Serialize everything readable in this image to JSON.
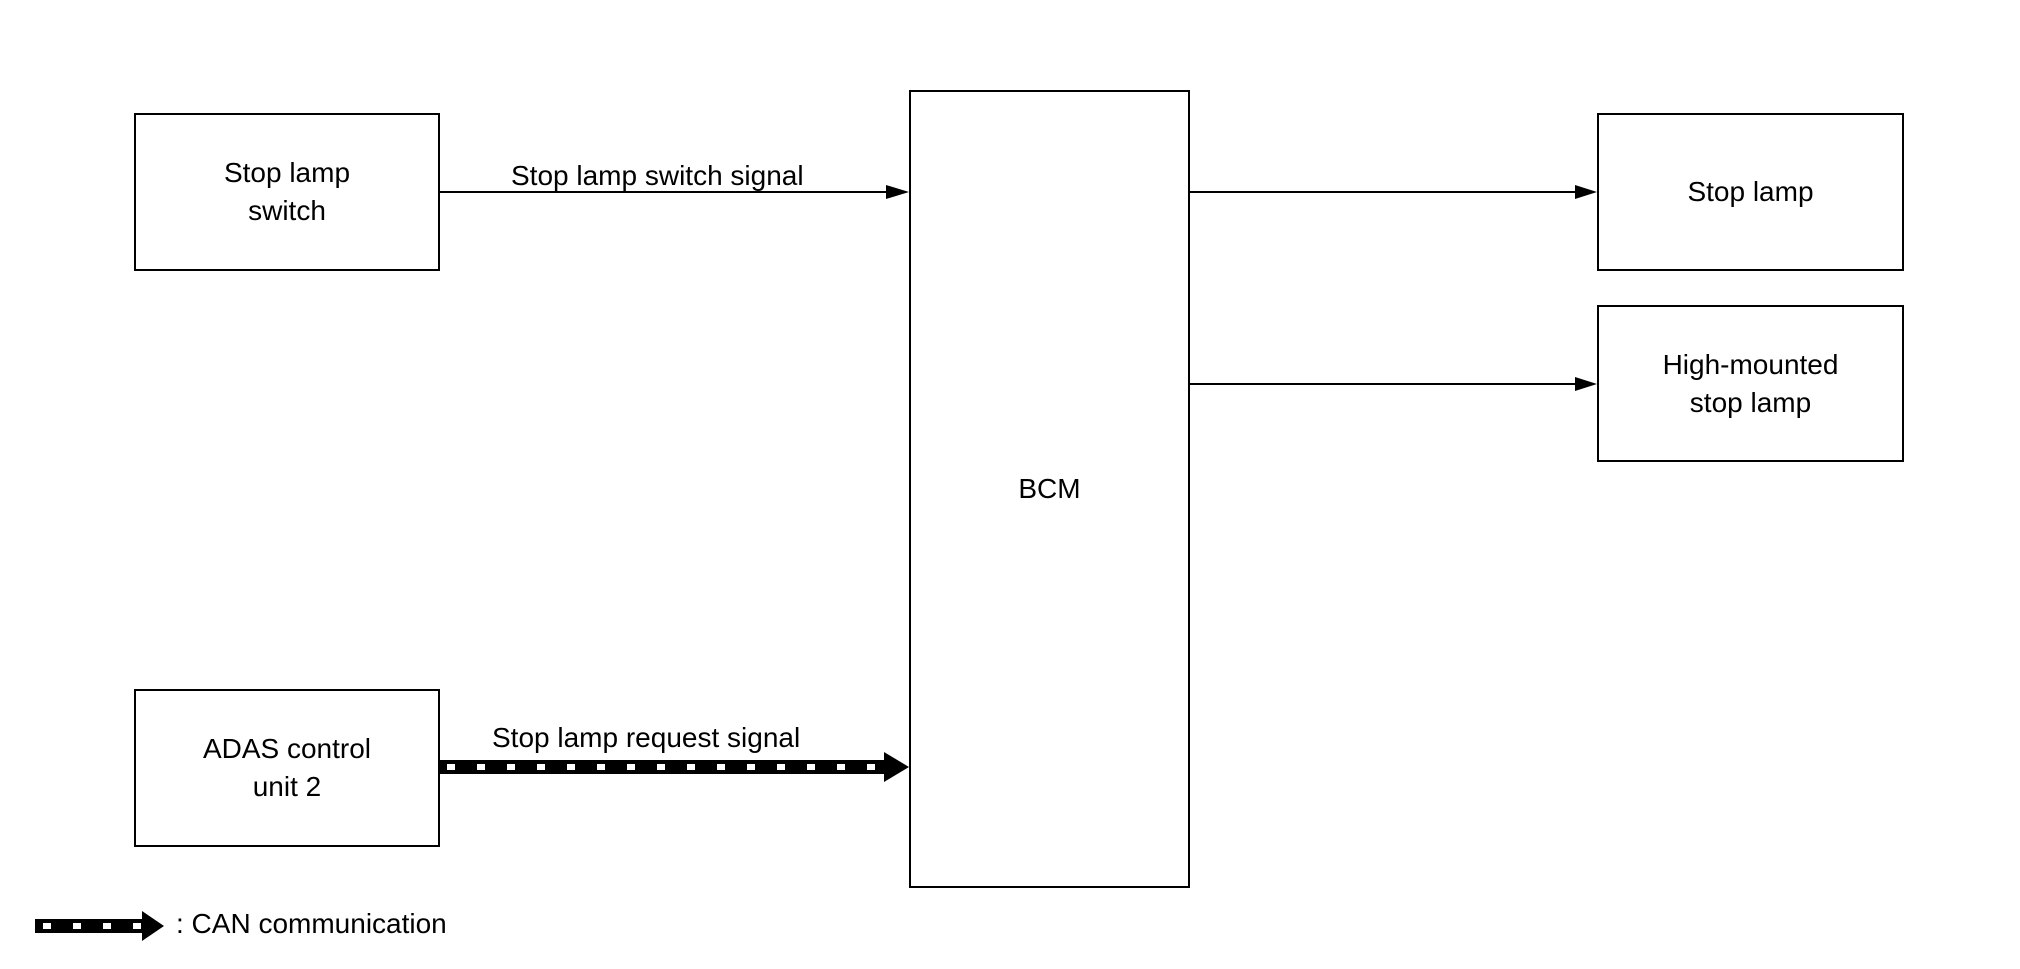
{
  "blocks": {
    "stop_lamp_switch": "Stop lamp\nswitch",
    "adas": "ADAS control\nunit 2",
    "bcm": "BCM",
    "stop_lamp": "Stop lamp",
    "high_mounted": "High-mounted\nstop lamp"
  },
  "signals": {
    "switch_signal": "Stop lamp switch signal",
    "request_signal": "Stop lamp request signal"
  },
  "legend": {
    "can_label": ": CAN communication"
  }
}
